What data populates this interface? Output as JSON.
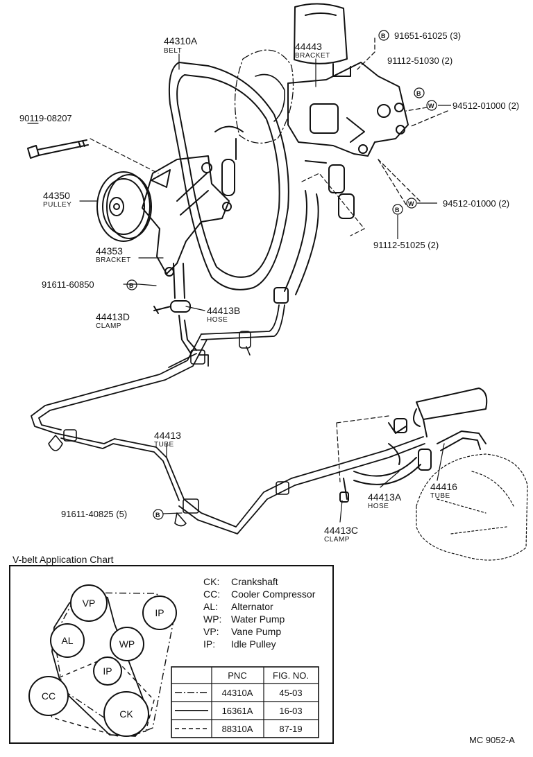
{
  "parts": {
    "belt": {
      "number": "44310A",
      "name": "BELT"
    },
    "bracket_pump": {
      "number": "44443",
      "name": "BRACKET"
    },
    "bolt_top": {
      "number": "91651-61025 (3)",
      "symbol": "B"
    },
    "bolt_upper": {
      "number": "91112-51030 (2)",
      "symbol": "B"
    },
    "washer_upper": {
      "number": "94512-01000 (2)",
      "symbol": "W"
    },
    "bolt_long": {
      "number": "90119-08207"
    },
    "pulley": {
      "number": "44350",
      "name": "PULLEY"
    },
    "washer_lower": {
      "number": "94512-01000 (2)",
      "symbol": "W"
    },
    "bolt_lower": {
      "number": "91112-51025 (2)",
      "symbol": "B"
    },
    "bracket_lower": {
      "number": "44353",
      "name": "BRACKET"
    },
    "bolt_bracket": {
      "number": "91611-60850",
      "symbol": "B"
    },
    "clamp_d": {
      "number": "44413D",
      "name": "CLAMP"
    },
    "hose_b": {
      "number": "44413B",
      "name": "HOSE"
    },
    "tube": {
      "number": "44413",
      "name": "TUBE"
    },
    "bolt_tube": {
      "number": "91611-40825 (5)",
      "symbol": "B"
    },
    "tube_16": {
      "number": "44416",
      "name": "TUBE"
    },
    "hose_a": {
      "number": "44413A",
      "name": "HOSE"
    },
    "clamp_c": {
      "number": "44413C",
      "name": "CLAMP"
    }
  },
  "chart": {
    "title": "V-belt Application Chart",
    "pulleys": [
      {
        "abbr": "VP"
      },
      {
        "abbr": "IP"
      },
      {
        "abbr": "AL"
      },
      {
        "abbr": "WP"
      },
      {
        "abbr": "IP"
      },
      {
        "abbr": "CC"
      },
      {
        "abbr": "CK"
      }
    ],
    "legend": [
      {
        "abbr": "CK:",
        "meaning": "Crankshaft"
      },
      {
        "abbr": "CC:",
        "meaning": "Cooler Compressor"
      },
      {
        "abbr": "AL:",
        "meaning": "Alternator"
      },
      {
        "abbr": "WP:",
        "meaning": "Water Pump"
      },
      {
        "abbr": "VP:",
        "meaning": "Vane Pump"
      },
      {
        "abbr": "IP:",
        "meaning": "Idle Pulley"
      }
    ],
    "table": {
      "headers": [
        "",
        "PNC",
        "FIG. NO."
      ],
      "rows": [
        {
          "line_style": "dash-dot",
          "pnc": "44310A",
          "fig": "45-03"
        },
        {
          "line_style": "solid",
          "pnc": "16361A",
          "fig": "16-03"
        },
        {
          "line_style": "dashed",
          "pnc": "88310A",
          "fig": "87-19"
        }
      ]
    }
  },
  "footer": {
    "code": "MC  9052-A"
  }
}
